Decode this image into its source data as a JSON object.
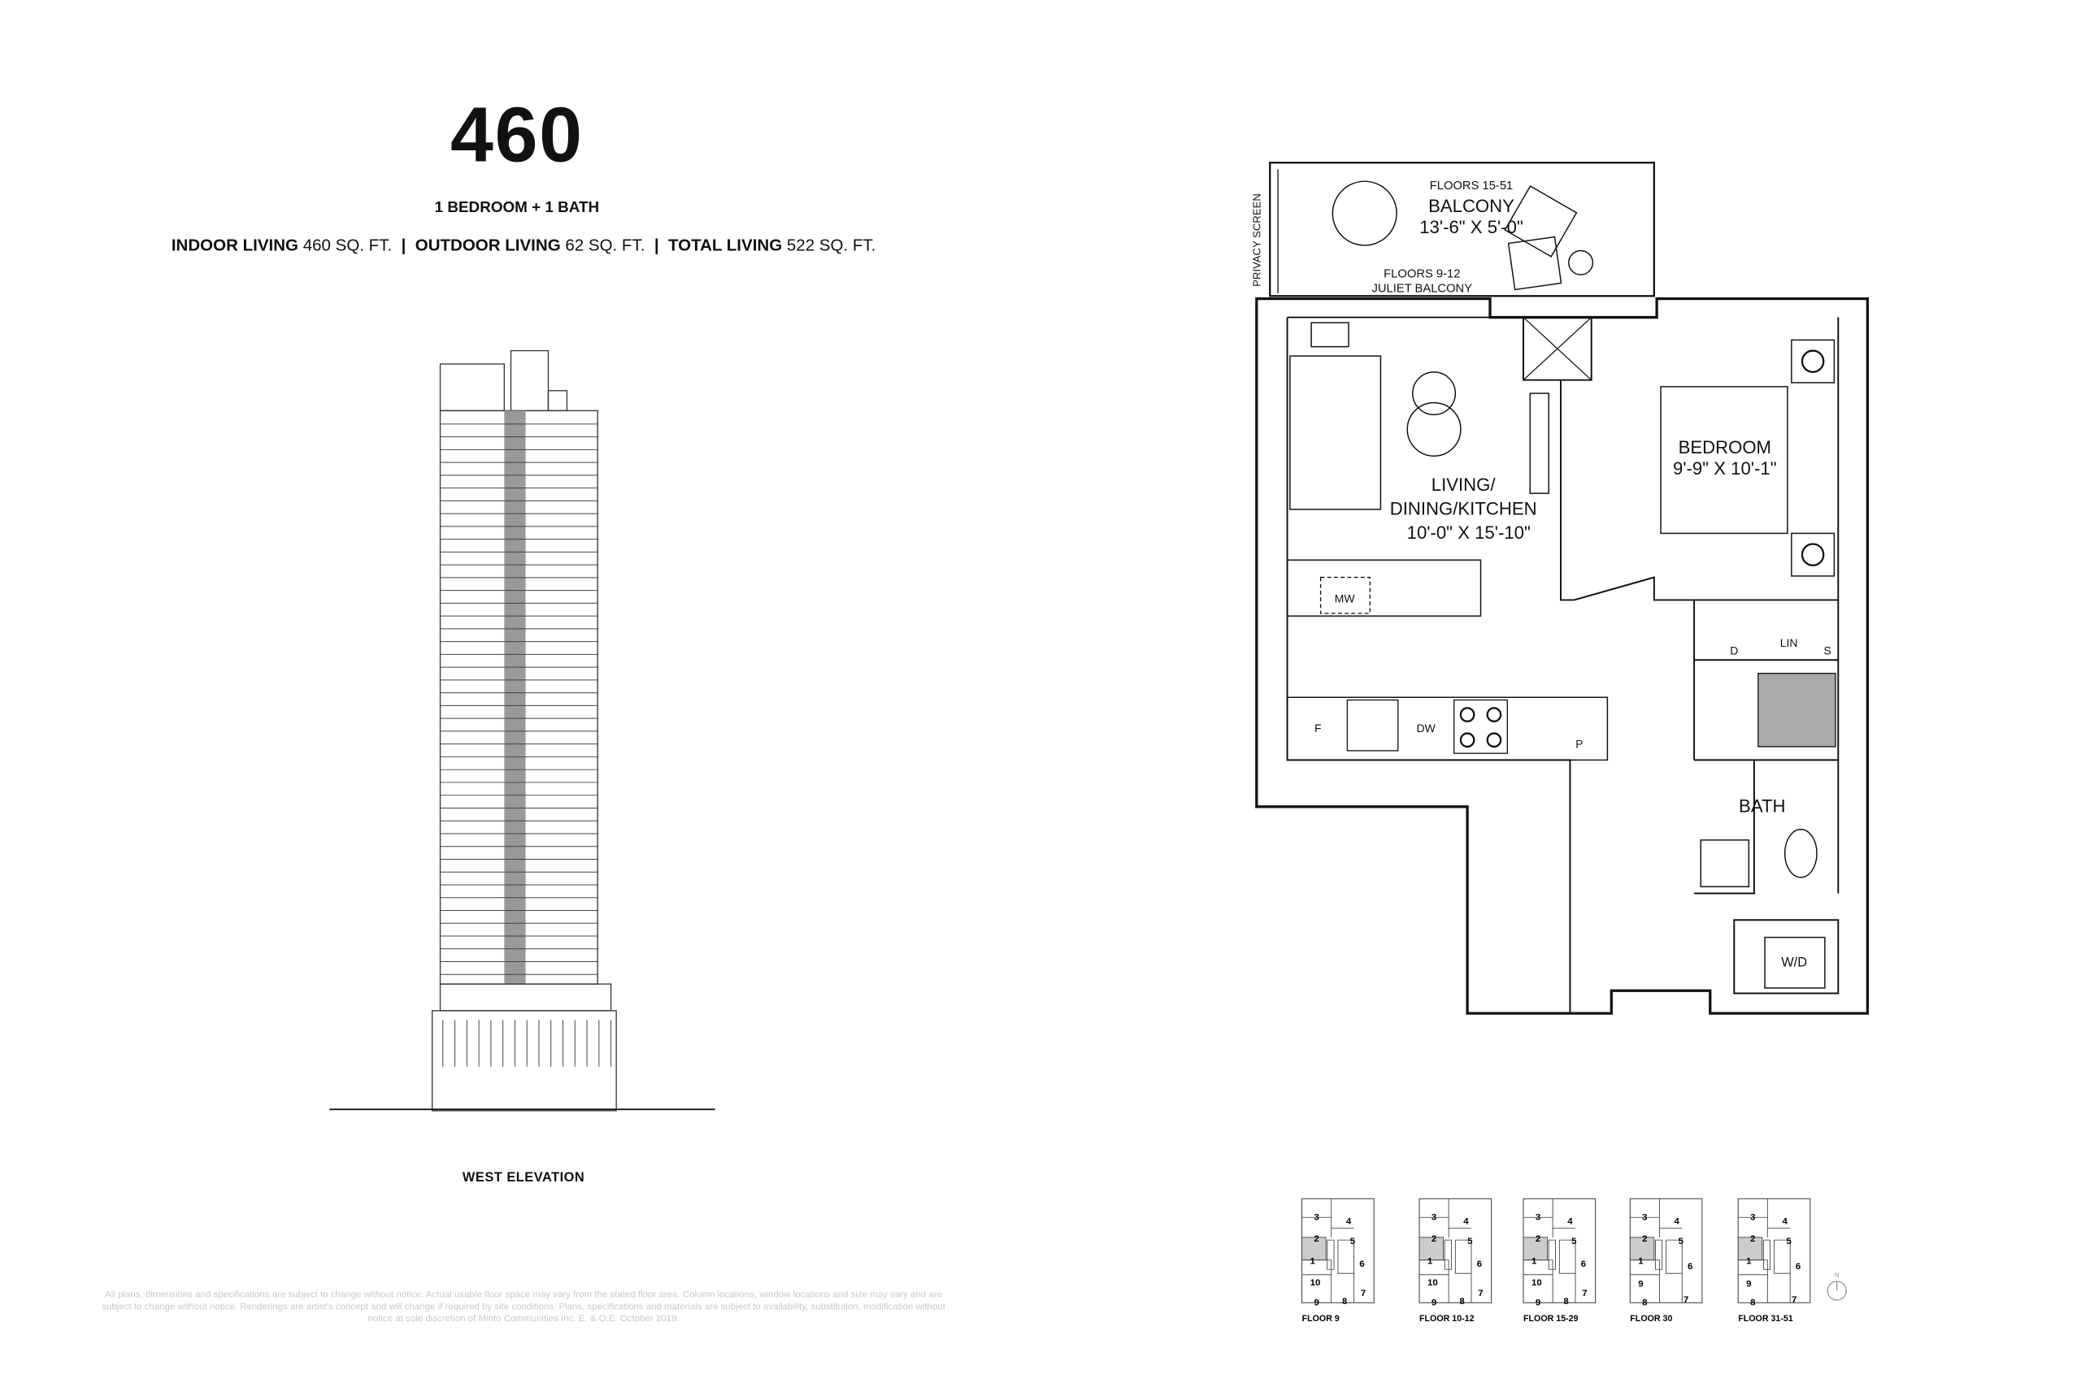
{
  "unit": {
    "number": "460",
    "type": "1 BEDROOM + 1 BATH",
    "indoor_label": "INDOOR LIVING",
    "indoor_value": "460 SQ. FT.",
    "outdoor_label": "OUTDOOR LIVING",
    "outdoor_value": "62 SQ. FT.",
    "total_label": "TOTAL LIVING",
    "total_value": "522 SQ. FT.",
    "separator": "|"
  },
  "elevation": {
    "label": "WEST ELEVATION"
  },
  "floorplan": {
    "privacy_screen": "PRIVACY SCREEN",
    "balcony_floors": "FLOORS 15-51",
    "balcony_name": "BALCONY",
    "balcony_dims": "13'-6\" X 5'-0\"",
    "juliet_floors": "FLOORS 9-12",
    "juliet_name": "JULIET BALCONY",
    "living_name_1": "LIVING/",
    "living_name_2": "DINING/KITCHEN",
    "living_dims": "10'-0\" X 15'-10\"",
    "bedroom_name": "BEDROOM",
    "bedroom_dims": "9'-9\" X 10'-1\"",
    "bath_name": "BATH",
    "mw": "MW",
    "fridge": "F",
    "dw": "DW",
    "pantry": "P",
    "dryer_closet": "D",
    "linen": "LIN",
    "storage": "S",
    "washer_dryer": "W/D"
  },
  "keyplans": [
    {
      "label": "FLOOR 9",
      "units": [
        "3",
        "4",
        "2",
        "5",
        "1",
        "6",
        "10",
        "7",
        "9",
        "8"
      ]
    },
    {
      "label": "FLOOR 10-12",
      "units": [
        "3",
        "4",
        "2",
        "5",
        "1",
        "6",
        "10",
        "7",
        "9",
        "8"
      ]
    },
    {
      "label": "FLOOR 15-29",
      "units": [
        "3",
        "4",
        "2",
        "5",
        "1",
        "6",
        "10",
        "7",
        "9",
        "8"
      ]
    },
    {
      "label": "FLOOR 30",
      "units": [
        "3",
        "4",
        "2",
        "5",
        "1",
        "6",
        "9",
        "7",
        "8"
      ]
    },
    {
      "label": "FLOOR 31-51",
      "units": [
        "3",
        "4",
        "2",
        "5",
        "1",
        "6",
        "9",
        "7",
        "8"
      ]
    }
  ],
  "north_label": "N",
  "disclaimer": "All plans, dimensions and specifications are subject to change without notice. Actual usable floor space may vary from the stated floor area. Column locations, window locations and size may vary and are subject to change without notice. Renderings are artist's concept and will change if required by site conditions. Plans, specifications and materials are subject to availability, substitution, modification without notice at sole discretion of Minto Communities Inc. E. & O.E. October 2019."
}
